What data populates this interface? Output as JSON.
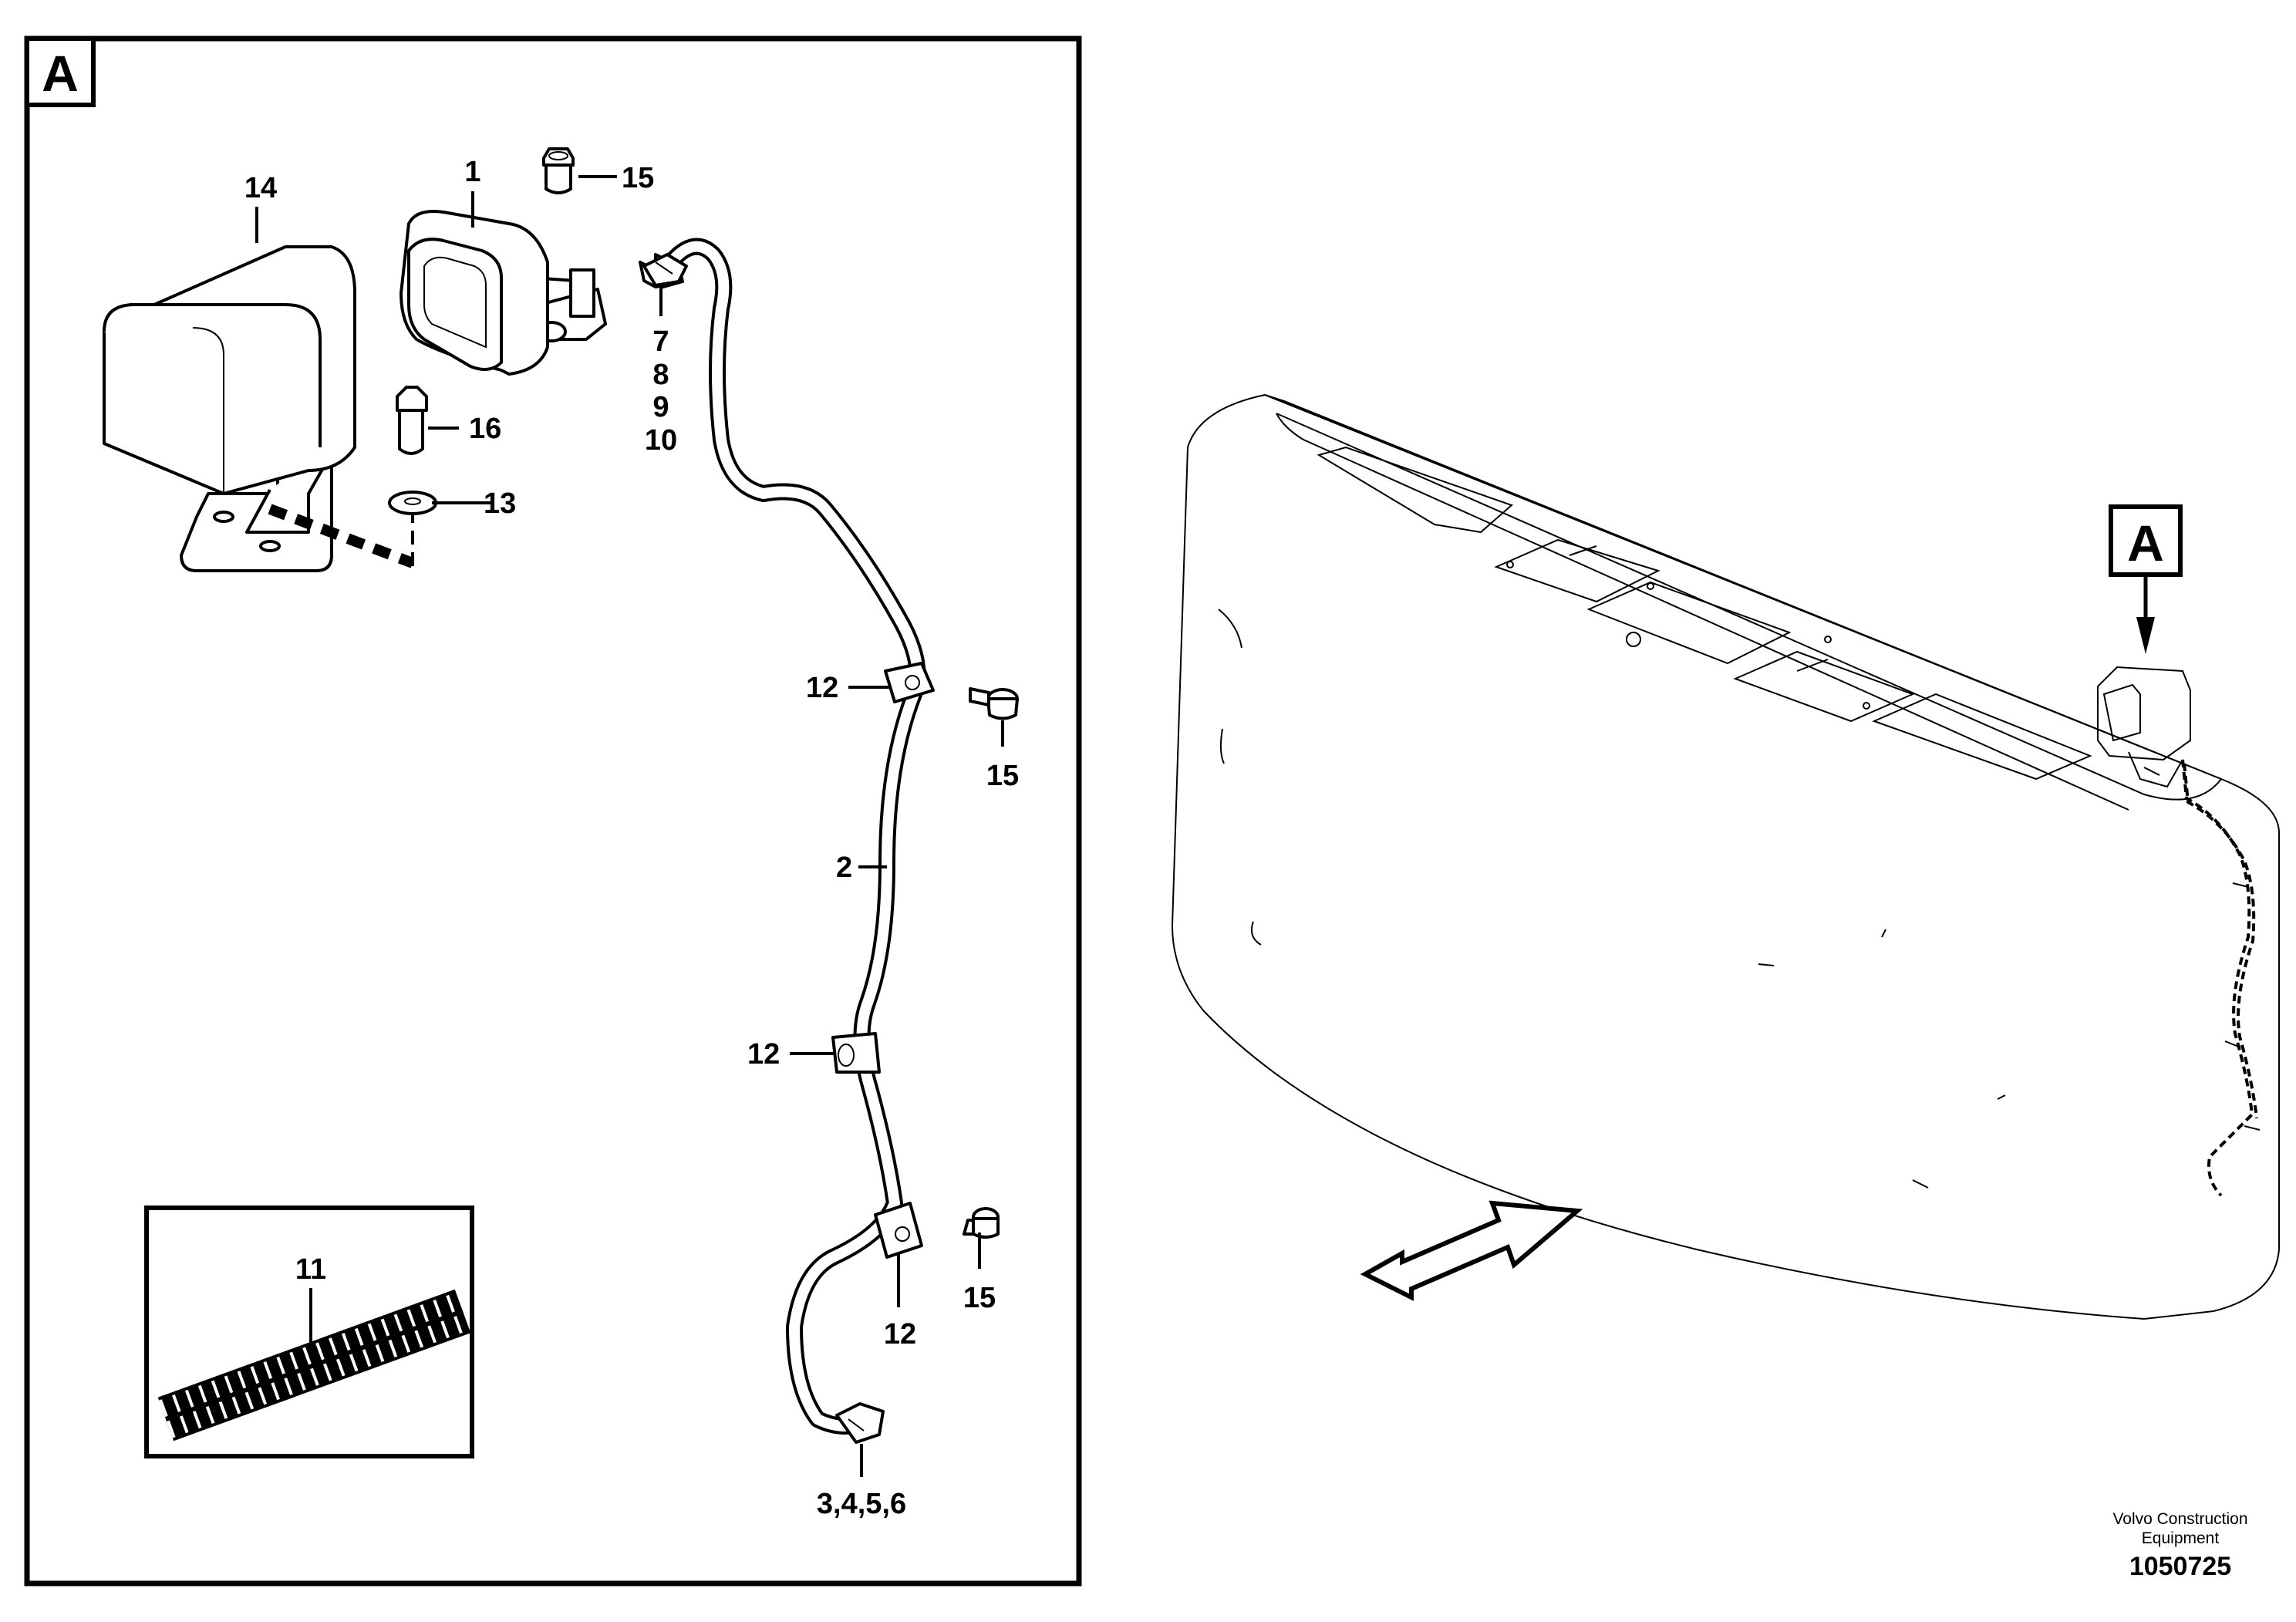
{
  "detail_view": {
    "marker": "A",
    "callouts": {
      "c1": "1",
      "c2": "2",
      "c3456": "3,4,5,6",
      "c7": "7",
      "c8": "8",
      "c9": "9",
      "c10": "10",
      "c11": "11",
      "c12a": "12",
      "c12b": "12",
      "c12c": "12",
      "c13": "13",
      "c14": "14",
      "c15a": "15",
      "c15b": "15",
      "c15c": "15",
      "c16": "16"
    }
  },
  "overview": {
    "marker": "A"
  },
  "footer": {
    "credit_line1": "Volvo Construction",
    "credit_line2": "Equipment",
    "doc_number": "1050725"
  }
}
